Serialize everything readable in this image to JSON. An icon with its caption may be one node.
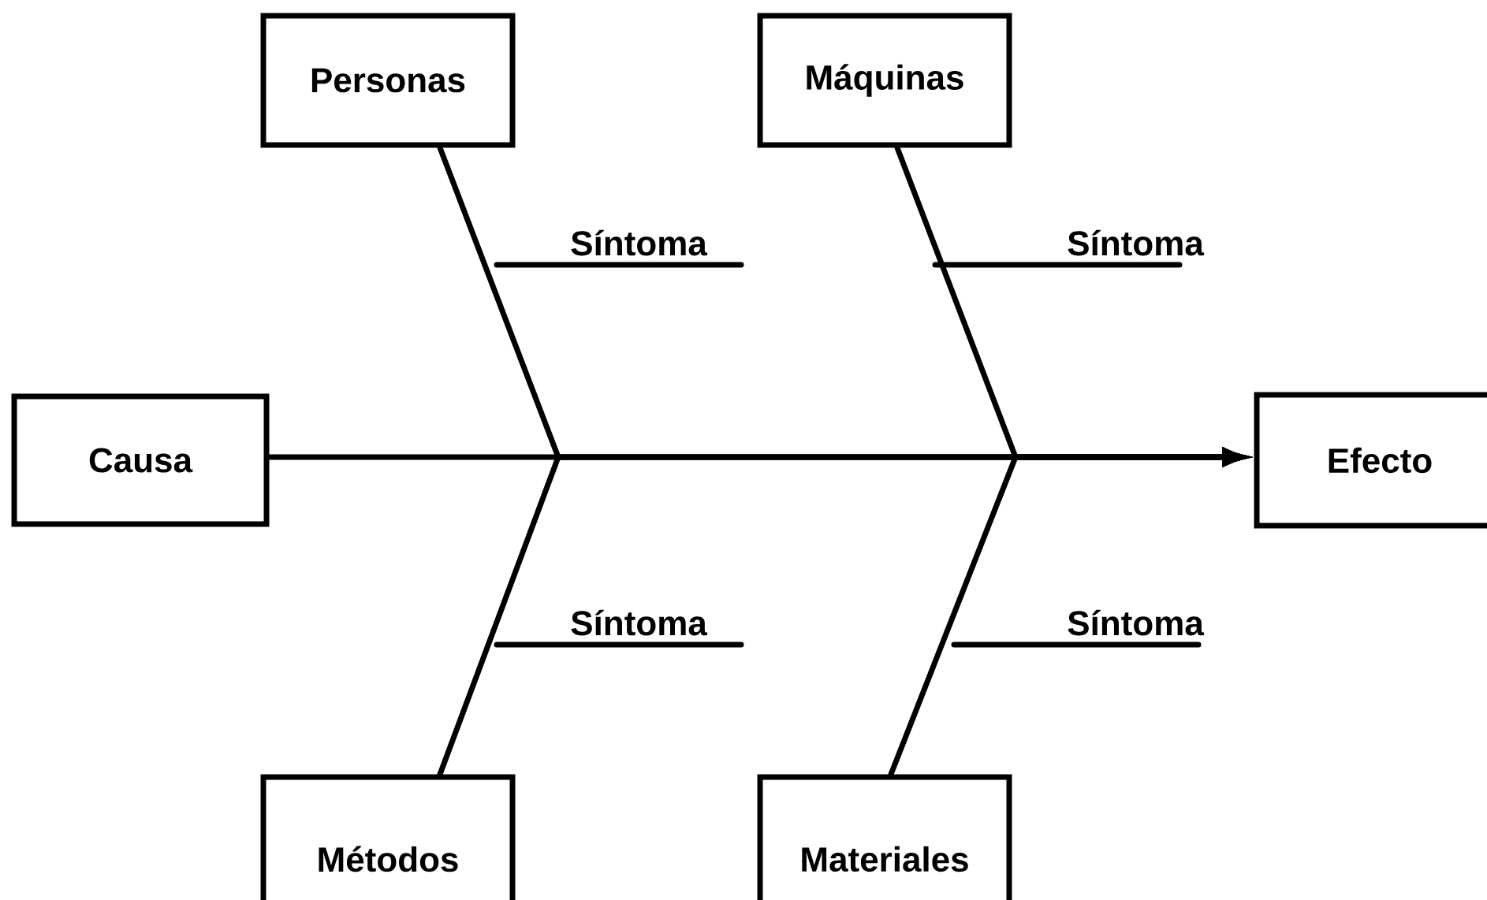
{
  "diagram": {
    "nodes": [
      {
        "text": [
          "Personas"
        ]
      },
      {
        "text": [
          "Máquinas"
        ]
      },
      {
        "text": [
          "Causa"
        ]
      },
      {
        "text": [
          "Efecto"
        ]
      },
      {
        "text": [
          "Métodos"
        ]
      },
      {
        "text": [
          "Materiales"
        ]
      }
    ],
    "edges": [
      {
        "from": 2,
        "to": 3,
        "arrow": "to"
      },
      {
        "from": 0,
        "to": 3,
        "arrow": "to"
      },
      {
        "from": 1,
        "to": 3,
        "arrow": "to"
      },
      {
        "from": 4,
        "to": 3,
        "arrow": "to"
      },
      {
        "from": 5,
        "to": 3,
        "arrow": "to"
      }
    ],
    "labels": [
      "Síntoma",
      "Síntoma",
      "Síntoma",
      "Síntoma"
    ]
  }
}
